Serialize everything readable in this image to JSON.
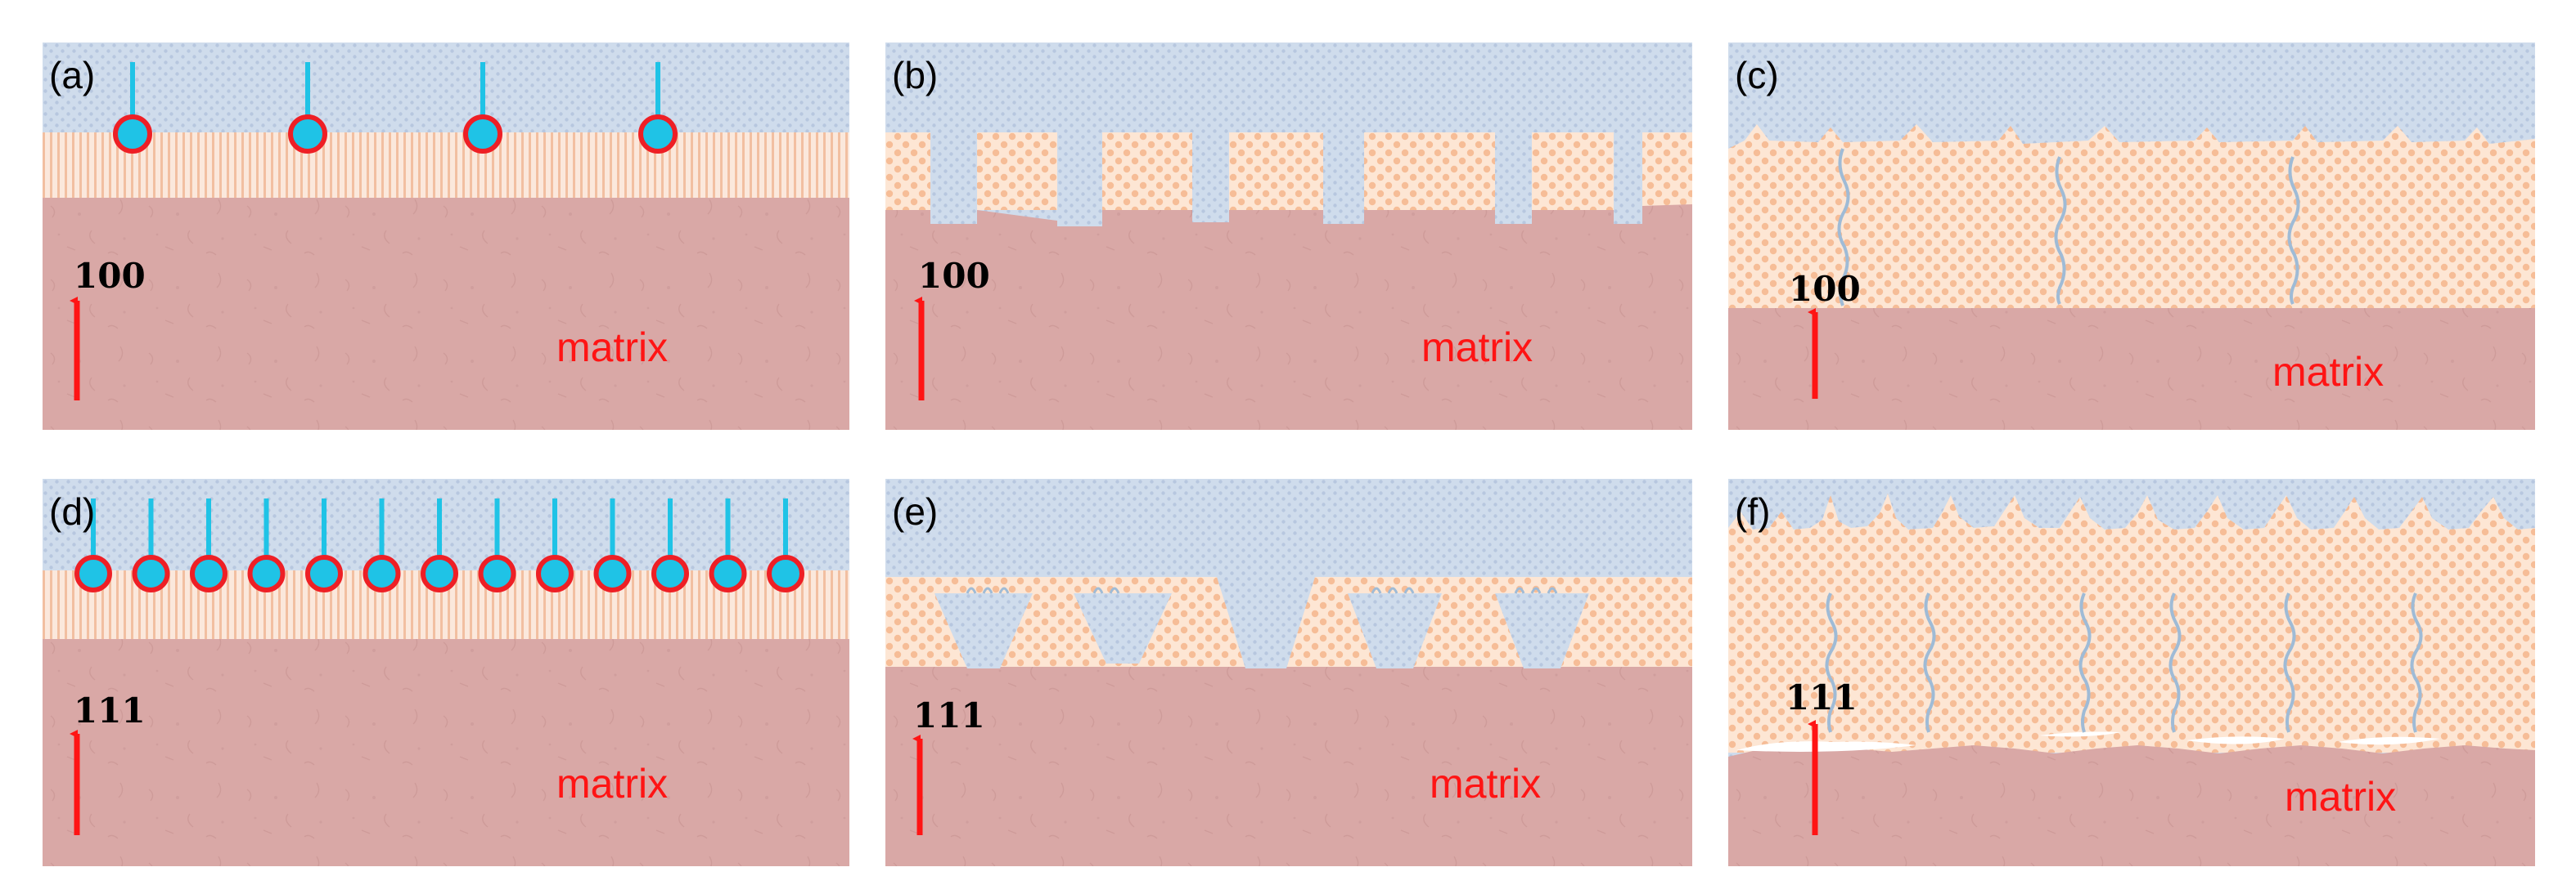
{
  "colors": {
    "solution": "#cfdcec",
    "solution_dot": "#b7c7df",
    "film": "#fbe8dc",
    "film_stripe": "#f2bfa1",
    "oxide": "#fde6d4",
    "oxide_dot": "#f6bd97",
    "matrix": "#d9a8a6",
    "matrix_texture": "#c48f8e",
    "molecule_fill": "#1fc3e6",
    "molecule_ring": "#ee1f25",
    "crack": "#9fbbd6",
    "arrow": "#ff1414",
    "label_red": "#ff1414",
    "label_black": "#000000",
    "void": "#ffffff"
  },
  "panels": [
    {
      "id": "a",
      "label": "(a)",
      "orientation": "100",
      "matrix_label": "matrix",
      "stage": "adsorbed-molecules",
      "molecule_count": 4
    },
    {
      "id": "b",
      "label": "(b)",
      "orientation": "100",
      "matrix_label": "matrix",
      "stage": "pits-rectangular"
    },
    {
      "id": "c",
      "label": "(c)",
      "orientation": "100",
      "matrix_label": "matrix",
      "stage": "thick-layer-cracks",
      "crack_count": 3
    },
    {
      "id": "d",
      "label": "(d)",
      "orientation": "111",
      "matrix_label": "matrix",
      "stage": "adsorbed-molecules",
      "molecule_count": 13
    },
    {
      "id": "e",
      "label": "(e)",
      "orientation": "111",
      "matrix_label": "matrix",
      "stage": "pits-triangular"
    },
    {
      "id": "f",
      "label": "(f)",
      "orientation": "111",
      "matrix_label": "matrix",
      "stage": "thick-layer-cracks-voids",
      "crack_count": 6
    }
  ]
}
